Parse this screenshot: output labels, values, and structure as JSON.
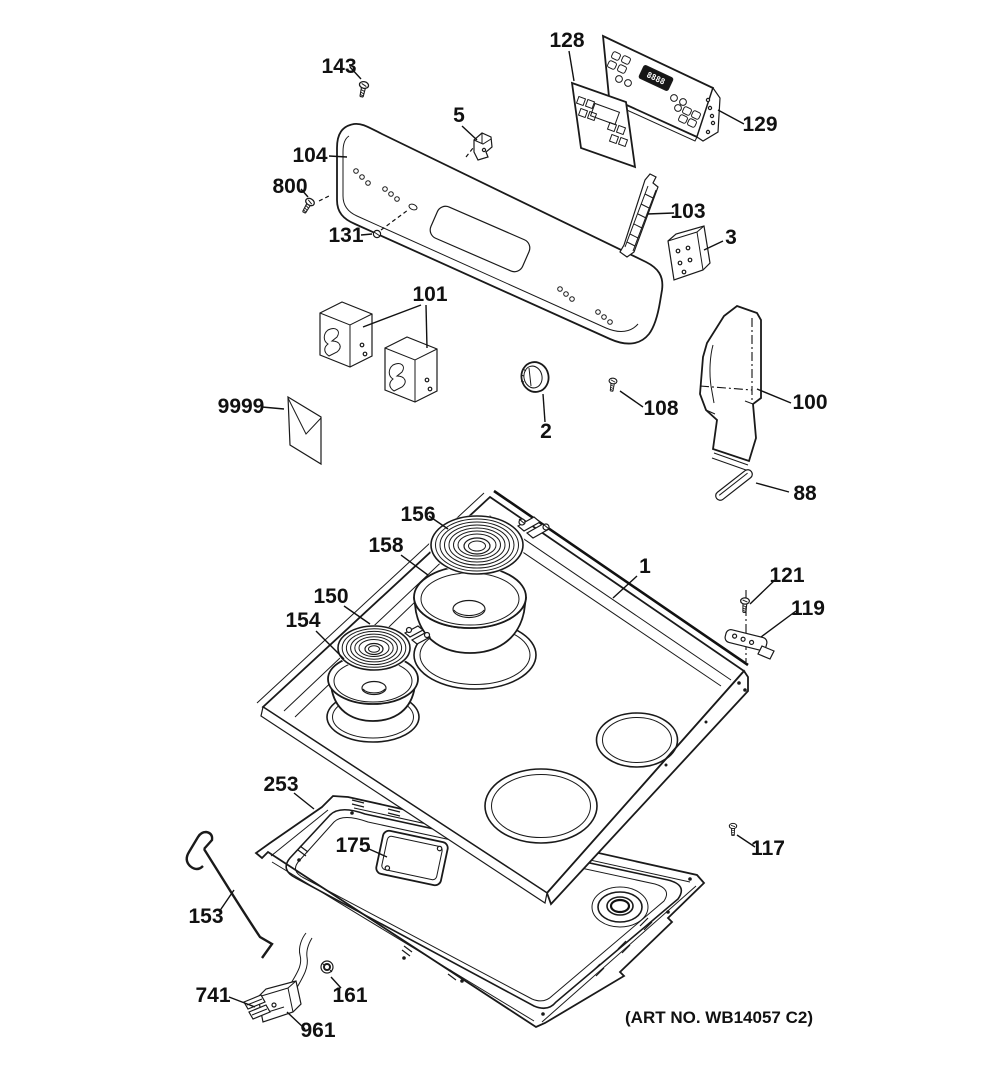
{
  "diagram": {
    "art_no": "(ART NO. WB14057 C2)",
    "display_value": "8888",
    "labels": {
      "p1": "1",
      "p2": "2",
      "p3": "3",
      "p5": "5",
      "p88": "88",
      "p100": "100",
      "p101": "101",
      "p103": "103",
      "p104": "104",
      "p108": "108",
      "p117": "117",
      "p119": "119",
      "p121": "121",
      "p128": "128",
      "p129": "129",
      "p131": "131",
      "p143": "143",
      "p150": "150",
      "p153": "153",
      "p154": "154",
      "p156": "156",
      "p158": "158",
      "p161": "161",
      "p175": "175",
      "p253": "253",
      "p741": "741",
      "p800": "800",
      "p961": "961",
      "p9999": "9999"
    }
  }
}
